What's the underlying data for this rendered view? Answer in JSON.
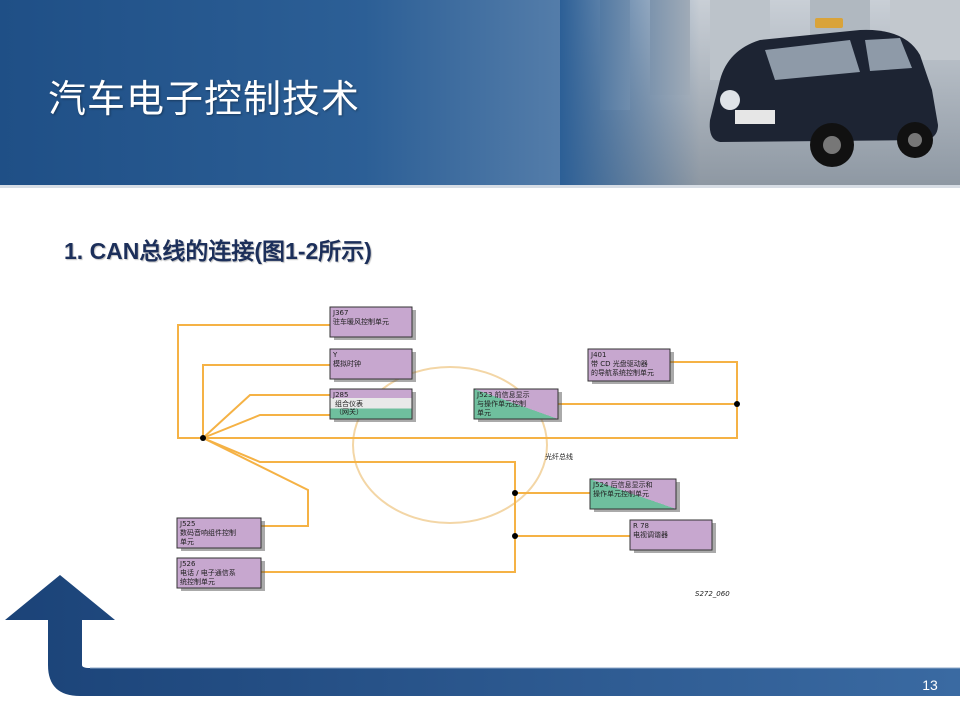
{
  "slide": {
    "title": "汽车电子控制技术",
    "heading": "1. CAN总线的连接(图1-2所示)",
    "page_number": "13"
  },
  "colors": {
    "header_blue": "#1f4f86",
    "bus_line": "#f5b245",
    "node_purple": "#c7a7cf",
    "node_green": "#6fbf9e",
    "arrow_blue": "#214a7e"
  },
  "diagram": {
    "nodes": [
      {
        "id": "J367",
        "label_1": "J367",
        "label_2": "驻车暖风控制单元",
        "label_3": ""
      },
      {
        "id": "Y",
        "label_1": "Y",
        "label_2": "模拟时钟",
        "label_3": ""
      },
      {
        "id": "J285",
        "label_1": "J285",
        "label_2": "组合仪表",
        "label_3": "（网关）"
      },
      {
        "id": "J401",
        "label_1": "J401",
        "label_2": "带 CD 光盘驱动器",
        "label_3": "的导航系统控制单元"
      },
      {
        "id": "J523",
        "label_1": "J523 前信息显示",
        "label_2": "与操作单元控制",
        "label_3": "单元"
      },
      {
        "id": "J524",
        "label_1": "J524 后信息显示和",
        "label_2": "操作单元控制单元",
        "label_3": ""
      },
      {
        "id": "R78",
        "label_1": "R 78",
        "label_2": "电视调谐器",
        "label_3": ""
      },
      {
        "id": "J525",
        "label_1": "J525",
        "label_2": "数码音响组件控制",
        "label_3": "单元"
      },
      {
        "id": "J526",
        "label_1": "J526",
        "label_2": "电话 / 电子通信系",
        "label_3": "统控制单元"
      }
    ],
    "ring_label": "光纤总线",
    "figure_code": "S272_060"
  }
}
